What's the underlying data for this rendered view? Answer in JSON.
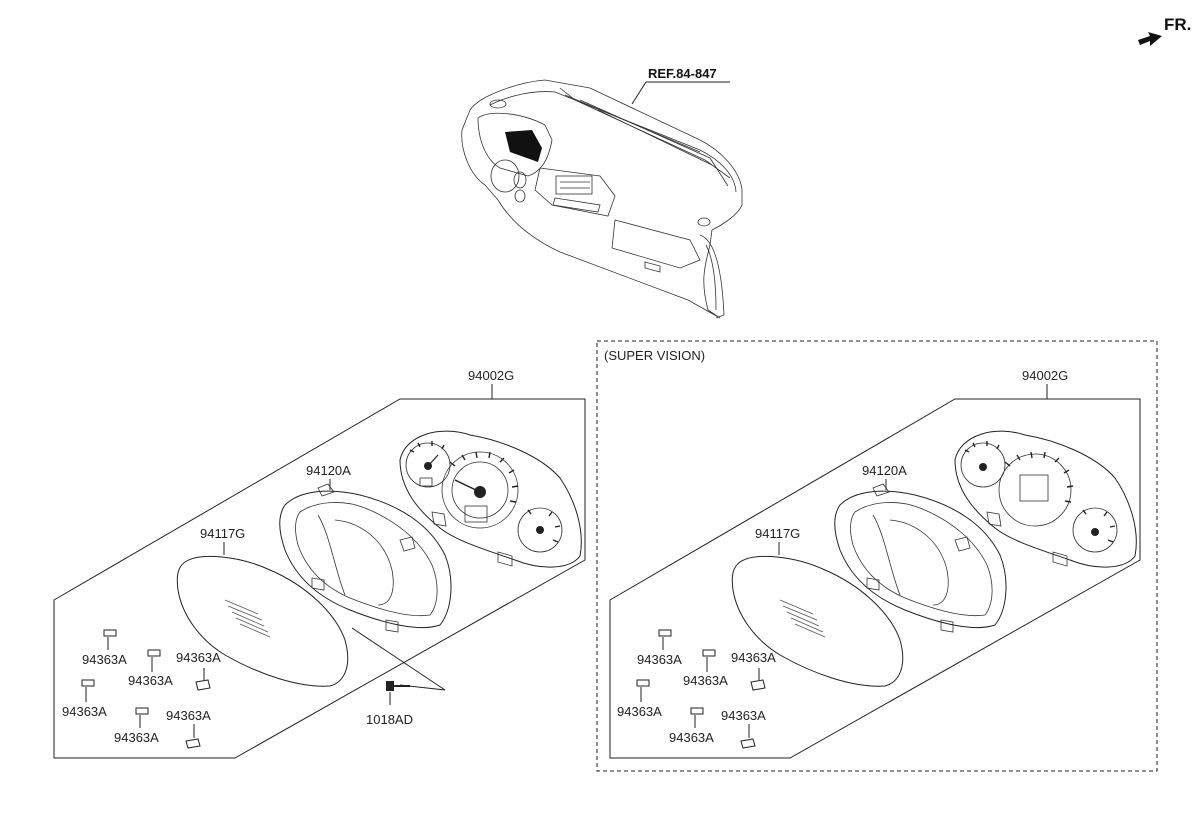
{
  "direction_label": "FR.",
  "dashboard_ref": "REF.84-847",
  "left_assembly": {
    "cluster_assy": "94002G",
    "housing": "94120A",
    "glass": "94117G",
    "screw": "1018AD",
    "bulbs": [
      "94363A",
      "94363A",
      "94363A",
      "94363A",
      "94363A",
      "94363A"
    ]
  },
  "right_assembly": {
    "variant_label": "(SUPER VISION)",
    "cluster_assy": "94002G",
    "housing": "94120A",
    "glass": "94117G",
    "bulbs": [
      "94363A",
      "94363A",
      "94363A",
      "94363A",
      "94363A",
      "94363A"
    ]
  },
  "colors": {
    "line": "#222222",
    "background": "#ffffff"
  }
}
